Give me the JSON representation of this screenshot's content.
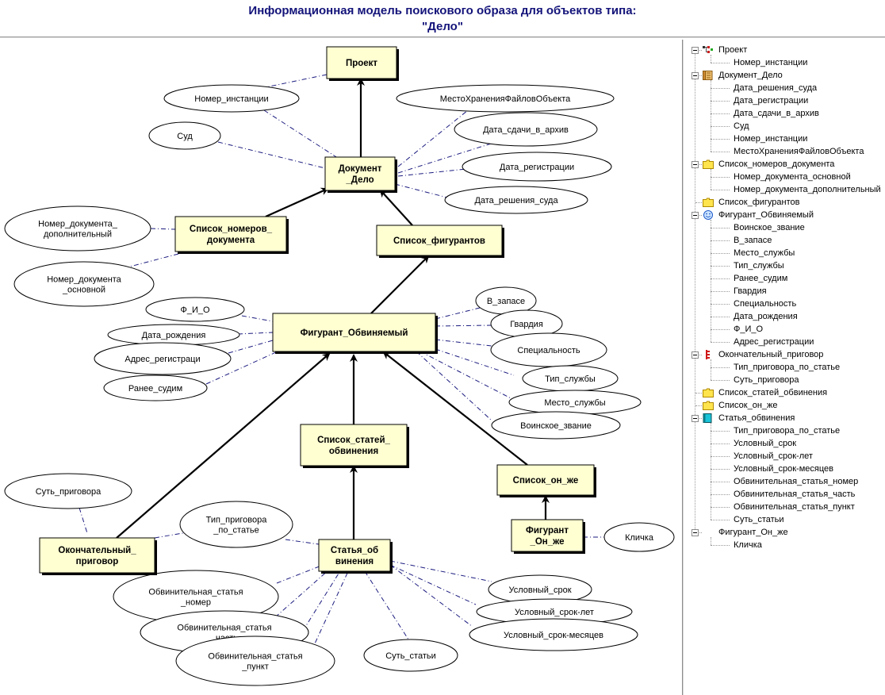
{
  "title": {
    "line1": "Информационная модель поискового образа для объектов типа:",
    "line2": "\"Дело\""
  },
  "diagram": {
    "entities": [
      {
        "id": "proekt",
        "lines": [
          "Проект"
        ]
      },
      {
        "id": "dok",
        "lines": [
          "Документ",
          "_Дело"
        ]
      },
      {
        "id": "spnom",
        "lines": [
          "Список_номеров_",
          "документа"
        ]
      },
      {
        "id": "spfig",
        "lines": [
          "Список_фигурантов"
        ]
      },
      {
        "id": "fig",
        "lines": [
          "Фигурант_Обвиняемый"
        ]
      },
      {
        "id": "spst",
        "lines": [
          "Список_статей_",
          "обвинения"
        ]
      },
      {
        "id": "onzhe",
        "lines": [
          "Список_он_же"
        ]
      },
      {
        "id": "figon",
        "lines": [
          "Фигурант",
          "_Он_же"
        ]
      },
      {
        "id": "okpr",
        "lines": [
          "Окончательный_",
          "приговор"
        ]
      },
      {
        "id": "stob",
        "lines": [
          "Статья_об",
          "винения"
        ]
      }
    ],
    "attributes": [
      {
        "id": "a_nomin",
        "lines": [
          "Номер_инстанции"
        ]
      },
      {
        "id": "a_sud",
        "lines": [
          "Суд"
        ]
      },
      {
        "id": "a_mesto",
        "lines": [
          "МестоХраненияФайловОбъекта"
        ]
      },
      {
        "id": "a_dsdachi",
        "lines": [
          "Дата_сдачи_в_архив"
        ]
      },
      {
        "id": "a_dreg",
        "lines": [
          "Дата_регистрации"
        ]
      },
      {
        "id": "a_dresh",
        "lines": [
          "Дата_решения_суда"
        ]
      },
      {
        "id": "a_ndop",
        "lines": [
          "Номер_документа_",
          "дополнительный"
        ]
      },
      {
        "id": "a_nosn",
        "lines": [
          "Номер_документа",
          "_основной"
        ]
      },
      {
        "id": "a_fio",
        "lines": [
          "Ф_И_О"
        ]
      },
      {
        "id": "a_drozh",
        "lines": [
          "Дата_рождения"
        ]
      },
      {
        "id": "a_adres",
        "lines": [
          "Адрес_регистраци"
        ]
      },
      {
        "id": "a_ranee",
        "lines": [
          "Ранее_судим"
        ]
      },
      {
        "id": "a_vzap",
        "lines": [
          "В_запасе"
        ]
      },
      {
        "id": "a_gvard",
        "lines": [
          "Гвардия"
        ]
      },
      {
        "id": "a_spec",
        "lines": [
          "Специальность"
        ]
      },
      {
        "id": "a_tipsl",
        "lines": [
          "Тип_службы"
        ]
      },
      {
        "id": "a_mestosl",
        "lines": [
          "Место_службы"
        ]
      },
      {
        "id": "a_voinsk",
        "lines": [
          "Воинское_звание"
        ]
      },
      {
        "id": "a_klichka",
        "lines": [
          "Кличка"
        ]
      },
      {
        "id": "a_sut",
        "lines": [
          "Суть_приговора"
        ]
      },
      {
        "id": "a_tipprig",
        "lines": [
          "Тип_приговора",
          "_по_статье"
        ]
      },
      {
        "id": "a_obnom",
        "lines": [
          "Обвинительная_статья",
          "_номер"
        ]
      },
      {
        "id": "a_obch",
        "lines": [
          "Обвинительная_статья",
          "_часть"
        ]
      },
      {
        "id": "a_obp",
        "lines": [
          "Обвинительная_статья",
          "_пункт"
        ]
      },
      {
        "id": "a_sutst",
        "lines": [
          "Суть_статьи"
        ]
      },
      {
        "id": "a_uslsrok",
        "lines": [
          "Условный_срок"
        ]
      },
      {
        "id": "a_usllet",
        "lines": [
          "Условный_срок-лет"
        ]
      },
      {
        "id": "a_uslmes",
        "lines": [
          "Условный_срок-месяцев"
        ]
      }
    ]
  },
  "tree": [
    {
      "label": "Проект",
      "level": 0,
      "icon": "org-chart-icon"
    },
    {
      "label": "Номер_инстанции",
      "level": 1
    },
    {
      "label": "Документ_Дело",
      "level": 0,
      "icon": "scroll-document-icon"
    },
    {
      "label": "Дата_решения_суда",
      "level": 1
    },
    {
      "label": "Дата_регистрации",
      "level": 1
    },
    {
      "label": "Дата_сдачи_в_архив",
      "level": 1
    },
    {
      "label": "Суд",
      "level": 1
    },
    {
      "label": "Номер_инстанции",
      "level": 1
    },
    {
      "label": "МестоХраненияФайловОбъекта",
      "level": 1
    },
    {
      "label": "Список_номеров_документа",
      "level": 0,
      "icon": "folder-icon"
    },
    {
      "label": "Номер_документа_основной",
      "level": 1
    },
    {
      "label": "Номер_документа_дополнительный",
      "level": 1
    },
    {
      "label": "Список_фигурантов",
      "level": 0,
      "icon": "folder-icon",
      "leaf": true
    },
    {
      "label": "Фигурант_Обвиняемый",
      "level": 0,
      "icon": "smiley-face-icon"
    },
    {
      "label": "Воинское_звание",
      "level": 1
    },
    {
      "label": "В_запасе",
      "level": 1
    },
    {
      "label": "Место_службы",
      "level": 1
    },
    {
      "label": "Тип_службы",
      "level": 1
    },
    {
      "label": "Ранее_судим",
      "level": 1
    },
    {
      "label": "Гвардия",
      "level": 1
    },
    {
      "label": "Специальность",
      "level": 1
    },
    {
      "label": "Дата_рождения",
      "level": 1
    },
    {
      "label": "Ф_И_О",
      "level": 1
    },
    {
      "label": "Адрес_регистрации",
      "level": 1
    },
    {
      "label": "Окончательный_приговор",
      "level": 0,
      "icon": "red-list-icon"
    },
    {
      "label": "Тип_приговора_по_статье",
      "level": 1
    },
    {
      "label": "Суть_приговора",
      "level": 1
    },
    {
      "label": "Список_статей_обвинения",
      "level": 0,
      "icon": "folder-icon",
      "leaf": true
    },
    {
      "label": "Список_он_же",
      "level": 0,
      "icon": "folder-icon",
      "leaf": true
    },
    {
      "label": "Статья_обвинения",
      "level": 0,
      "icon": "cyan-book-icon"
    },
    {
      "label": "Тип_приговора_по_статье",
      "level": 1
    },
    {
      "label": "Условный_срок",
      "level": 1
    },
    {
      "label": "Условный_срок-лет",
      "level": 1
    },
    {
      "label": "Условный_срок-месяцев",
      "level": 1
    },
    {
      "label": "Обвинительная_статья_номер",
      "level": 1
    },
    {
      "label": "Обвинительная_статья_часть",
      "level": 1
    },
    {
      "label": "Обвинительная_статья_пункт",
      "level": 1
    },
    {
      "label": "Суть_статьи",
      "level": 1
    },
    {
      "label": "Фигурант_Он_же",
      "level": 0
    },
    {
      "label": "Кличка",
      "level": 1
    }
  ],
  "colors": {
    "title": "#13137a",
    "entity_fill": "#ffffd2",
    "line": "#1c1c80",
    "arrow": "#000000"
  }
}
